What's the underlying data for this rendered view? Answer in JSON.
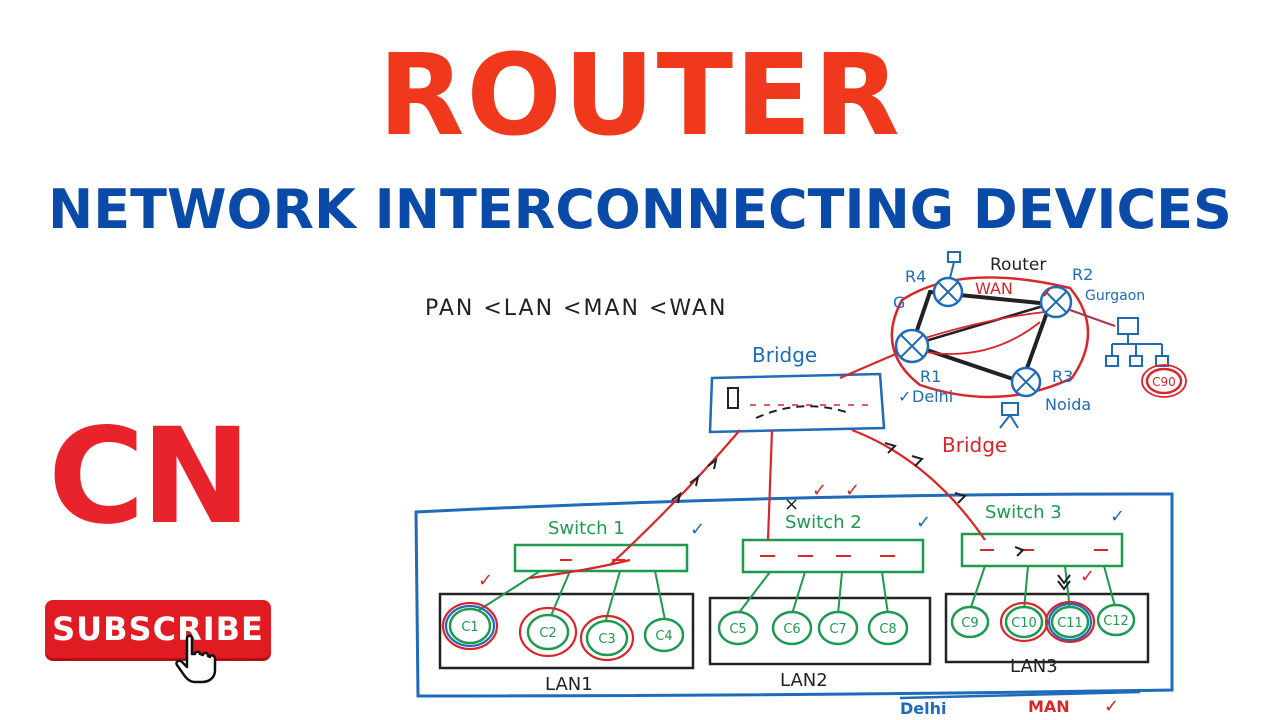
{
  "header": {
    "title": "ROUTER",
    "subtitle": "NETWORK INTERCONNECTING DEVICES"
  },
  "logo": {
    "text": "CN"
  },
  "subscribe": {
    "label": "SUBSCRIBE",
    "icon": "hand-cursor-icon"
  },
  "diagram": {
    "hierarchy": "PAN <LAN <MAN <WAN",
    "bridge_top_label": "Bridge",
    "bridge_red_label": "Bridge",
    "router_label": "Router",
    "wan_label": "WAN",
    "routers": {
      "r4": {
        "name": "R4",
        "city": "G"
      },
      "r1": {
        "name": "R1",
        "city": "Delhi"
      },
      "r2": {
        "name": "R2",
        "city": "Gurgaon"
      },
      "r3": {
        "name": "R3",
        "city": "Noida"
      }
    },
    "c90": "C90",
    "switches": [
      "Switch 1",
      "Switch 2",
      "Switch 3"
    ],
    "lans": [
      "LAN1",
      "LAN2",
      "LAN3"
    ],
    "computers": [
      "C1",
      "C2",
      "C3",
      "C4",
      "C5",
      "C6",
      "C7",
      "C8",
      "C9",
      "C10",
      "C11",
      "C12"
    ],
    "footer_city": "Delhi",
    "footer_man": "MAN"
  },
  "colors": {
    "title": "#f0391c",
    "subtitle": "#0a4aa8",
    "logo": "#e8232c",
    "subscribe_bg": "#e11b22",
    "ink_blue": "#1f6bb8",
    "ink_green": "#1c9a4e",
    "ink_red": "#d8262b",
    "ink_black": "#222222"
  }
}
